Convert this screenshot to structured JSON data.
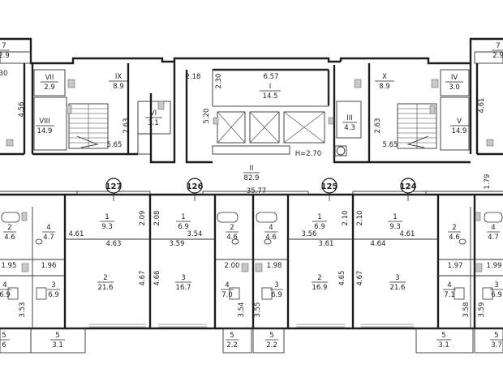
{
  "floor_plan": {
    "stair_rooms": [
      {
        "id": "VII",
        "area": "2.9"
      },
      {
        "id": "IX",
        "area": "8.9"
      },
      {
        "id": "VIII",
        "area": "14.9"
      },
      {
        "id": "VI",
        "area": "3.1"
      },
      {
        "id": "I",
        "area": "14.5"
      },
      {
        "id": "III",
        "area": "4.3"
      },
      {
        "id": "X",
        "area": "8.9"
      },
      {
        "id": "IV",
        "area": "3.0"
      },
      {
        "id": "V",
        "area": "14.9"
      },
      {
        "id": "7",
        "area": "2.9"
      },
      {
        "id": "7",
        "area": "2.9"
      }
    ],
    "corridor": {
      "id": "II",
      "area": "82.9",
      "length": "35.77"
    },
    "lift_height": "H=2.70",
    "apartments": [
      "127",
      "126",
      "125",
      "124"
    ],
    "rooms": [
      {
        "n": "2",
        "area": "4.6"
      },
      {
        "n": "4",
        "area": "4.7"
      },
      {
        "n": "1",
        "area": "9.3"
      },
      {
        "n": "1",
        "area": "6.9"
      },
      {
        "n": "2",
        "area": "4.6"
      },
      {
        "n": "4",
        "area": "4.6"
      },
      {
        "n": "1",
        "area": "6.9"
      },
      {
        "n": "1",
        "area": "9.3"
      },
      {
        "n": "2",
        "area": "4.6"
      },
      {
        "n": "4",
        "area": "4.7"
      },
      {
        "n": "2",
        "area": "21.6"
      },
      {
        "n": "3",
        "area": "16.7"
      },
      {
        "n": "2",
        "area": "16.9"
      },
      {
        "n": "3",
        "area": "21.6"
      },
      {
        "n": "4",
        "area": "6.9"
      },
      {
        "n": "3",
        "area": "6.9"
      },
      {
        "n": "4",
        "area": "7.0"
      },
      {
        "n": "3",
        "area": "6.9"
      },
      {
        "n": "4",
        "area": "7.1"
      },
      {
        "n": "3",
        "area": "6.9"
      },
      {
        "n": "5",
        "area": "6"
      },
      {
        "n": "5",
        "area": "3.1"
      },
      {
        "n": "5",
        "area": "2.2"
      },
      {
        "n": "5",
        "area": "2.2"
      },
      {
        "n": "5",
        "area": "3.1"
      },
      {
        "n": "5",
        "area": "3.7"
      }
    ],
    "dimensions": [
      "30",
      "4.56",
      "2.18",
      "2.30",
      "6.57",
      "5.20",
      "2.63",
      "5.65",
      "2.63",
      "5.65",
      "4.61",
      "1.79",
      "2.09",
      "2.08",
      "2.10",
      "2.10",
      "4.61",
      "4.63",
      "3.59",
      "3.54",
      "3.56",
      "3.61",
      "4.64",
      "4.61",
      "4.67",
      "4.66",
      "4.65",
      "4.67",
      "1.95",
      "1.96",
      "2.00",
      "1.98",
      "1.97",
      "1.99",
      "3.53",
      "3.54",
      "3.55",
      "3.58",
      "3.59"
    ]
  }
}
